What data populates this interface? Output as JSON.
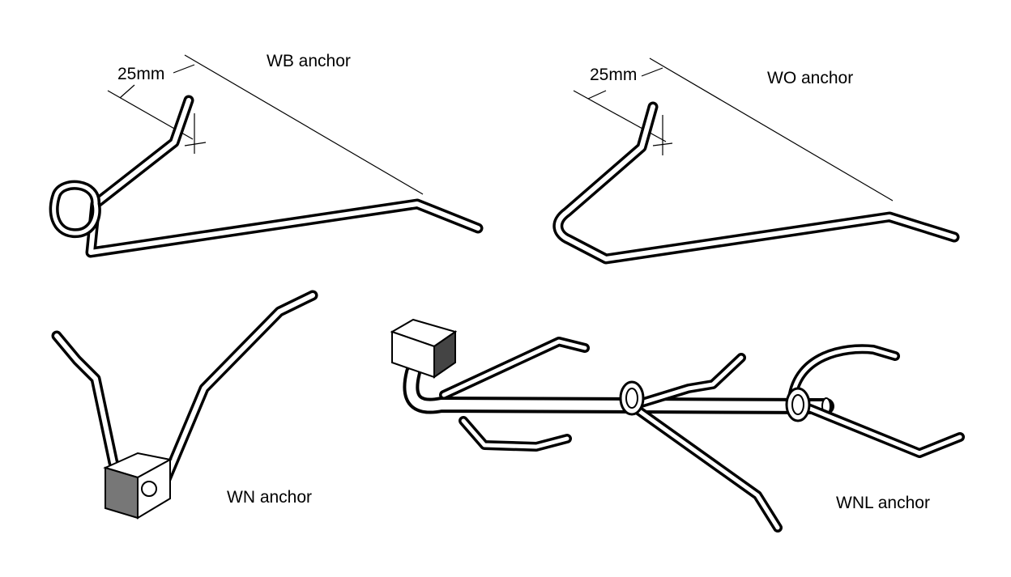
{
  "labels": {
    "wb": "WB anchor",
    "wo": "WO anchor",
    "wn": "WN anchor",
    "wnl": "WNL anchor",
    "dim_wb": "25mm",
    "dim_wo": "25mm"
  }
}
